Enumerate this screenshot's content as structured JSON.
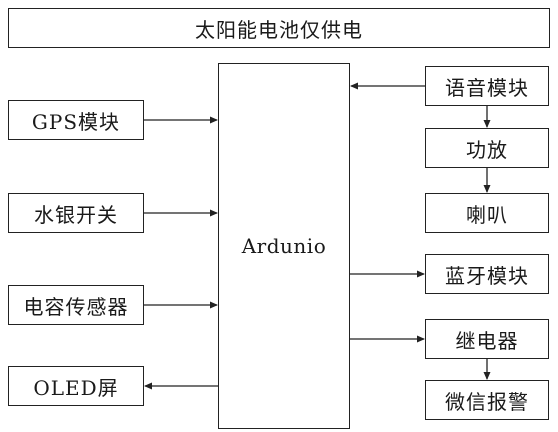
{
  "banner": {
    "label": "太阳能电池仅供电"
  },
  "controller": {
    "label": "Ardunio"
  },
  "inputs": [
    {
      "id": "gps",
      "label": "GPS模块"
    },
    {
      "id": "mercury",
      "label": "水银开关"
    },
    {
      "id": "capacitive",
      "label": "电容传感器"
    }
  ],
  "outputs_left": [
    {
      "id": "oled",
      "label": "OLED屏"
    }
  ],
  "right_modules": [
    {
      "id": "voice",
      "label": "语音模块"
    },
    {
      "id": "amp",
      "label": "功放"
    },
    {
      "id": "speaker",
      "label": "喇叭"
    },
    {
      "id": "bluetooth",
      "label": "蓝牙模块"
    },
    {
      "id": "relay",
      "label": "继电器"
    },
    {
      "id": "wechat",
      "label": "微信报警"
    }
  ]
}
